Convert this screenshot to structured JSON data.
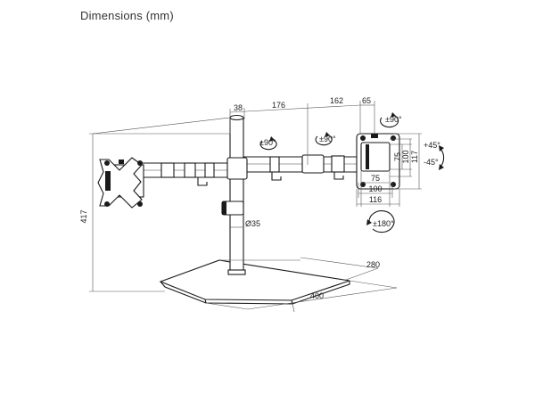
{
  "title": "Dimensions (mm)",
  "dimensions": {
    "arm_offset": "38",
    "arm_length_1": "176",
    "arm_length_2": "162",
    "arm_end": "65",
    "height_total": "417",
    "pole_diameter": "Ø35",
    "base_depth": "280",
    "base_width": "400",
    "vesa_75_v": "75",
    "vesa_100_v": "100",
    "plate_117_v": "117",
    "vesa_75_h": "75",
    "vesa_100_h": "100",
    "plate_116_h": "116"
  },
  "rotations": {
    "swivel_arm_1": "±90°",
    "swivel_arm_2": "±90°",
    "swivel_head": "±90°",
    "tilt_up": "+45°",
    "tilt_down": "-45°",
    "rotate": "±180°"
  },
  "colors": {
    "line": "#1a1a1a",
    "text": "#222222",
    "background": "#ffffff"
  }
}
